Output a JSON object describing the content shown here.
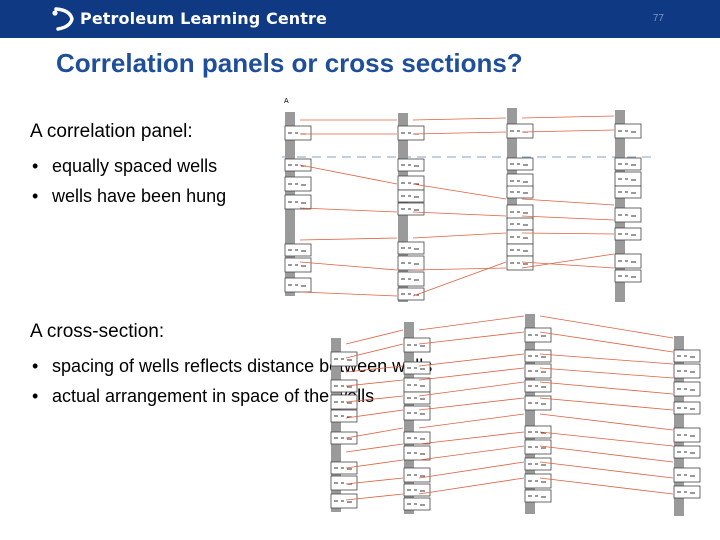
{
  "header": {
    "brand": "Petroleum Learning Centre",
    "page_number": "77",
    "colors": {
      "bar": "#0f3a83",
      "text": "#ffffff"
    }
  },
  "slide": {
    "title": "Correlation panels or cross sections?",
    "title_color": "#1f4e9a"
  },
  "panel": {
    "heading": "A correlation panel:",
    "bullets": [
      "equally spaced wells",
      "wells have been hung"
    ],
    "diagram_label": "A"
  },
  "cross_section": {
    "heading": "A cross-section:",
    "bullets": [
      "spacing of wells reflects distance between wells",
      "actual arrangement in space of the wells"
    ]
  },
  "colors": {
    "correlation_line": "#e06040",
    "datum_line": "#7fa3c4",
    "well": "#9a9a9a"
  }
}
